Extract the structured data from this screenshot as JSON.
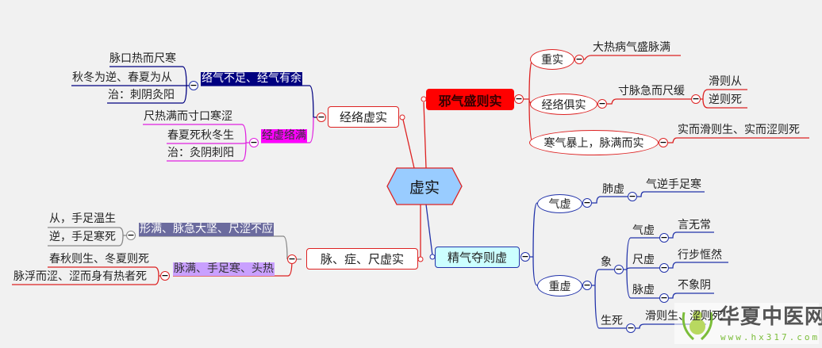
{
  "center": "虚实",
  "excess": {
    "title": "邪气盛则实",
    "heavy": {
      "label": "重实",
      "child": "大热病气盛脉满"
    },
    "both": {
      "label": "经络俱实",
      "child": "寸脉急而尺缓",
      "grandchildren": [
        "滑则从",
        "逆则死"
      ]
    },
    "cold": {
      "label": "寒气暴上，脉满而实",
      "child": "实而滑则生、实而涩则死"
    }
  },
  "deficiency": {
    "title": "精气夺则虚",
    "qi": {
      "label": "气虚",
      "child": "肺虚",
      "grandchild": "气逆手足寒"
    },
    "heavy": {
      "label": "重虚",
      "xiang": {
        "label": "象",
        "items": [
          {
            "label": "气虚",
            "child": "言无常"
          },
          {
            "label": "尺虚",
            "child": "行步恇然"
          },
          {
            "label": "脉虚",
            "child": "不象阴"
          }
        ]
      },
      "life": {
        "label": "生死",
        "child": "滑则生、涩则死"
      }
    }
  },
  "meridian": {
    "title": "经络虚实",
    "a": {
      "label": "络气不足、经气有余",
      "items": [
        "脉口热而尺寒",
        "秋冬为逆、春夏为从",
        "治：刺阴灸阳"
      ]
    },
    "b": {
      "label": "经虚络满",
      "items": [
        "尺热满而寸口寒涩",
        "春夏死秋冬生",
        "治：灸阴刺阳"
      ]
    }
  },
  "pulse": {
    "title": "脉、症、尺虚实",
    "a": {
      "label": "形满、脉急大坚、尺涩不应",
      "items": [
        "从，手足温生",
        "逆，手足寒死"
      ]
    },
    "b": {
      "label": "脉满、手足寒、头热",
      "items": [
        "春秋则生、冬夏则死",
        "脉浮而涩、涩而身有热者死"
      ]
    }
  },
  "watermark": {
    "name": "华夏中医网",
    "url": "www.hx317.com"
  },
  "toggle_symbol": "−"
}
